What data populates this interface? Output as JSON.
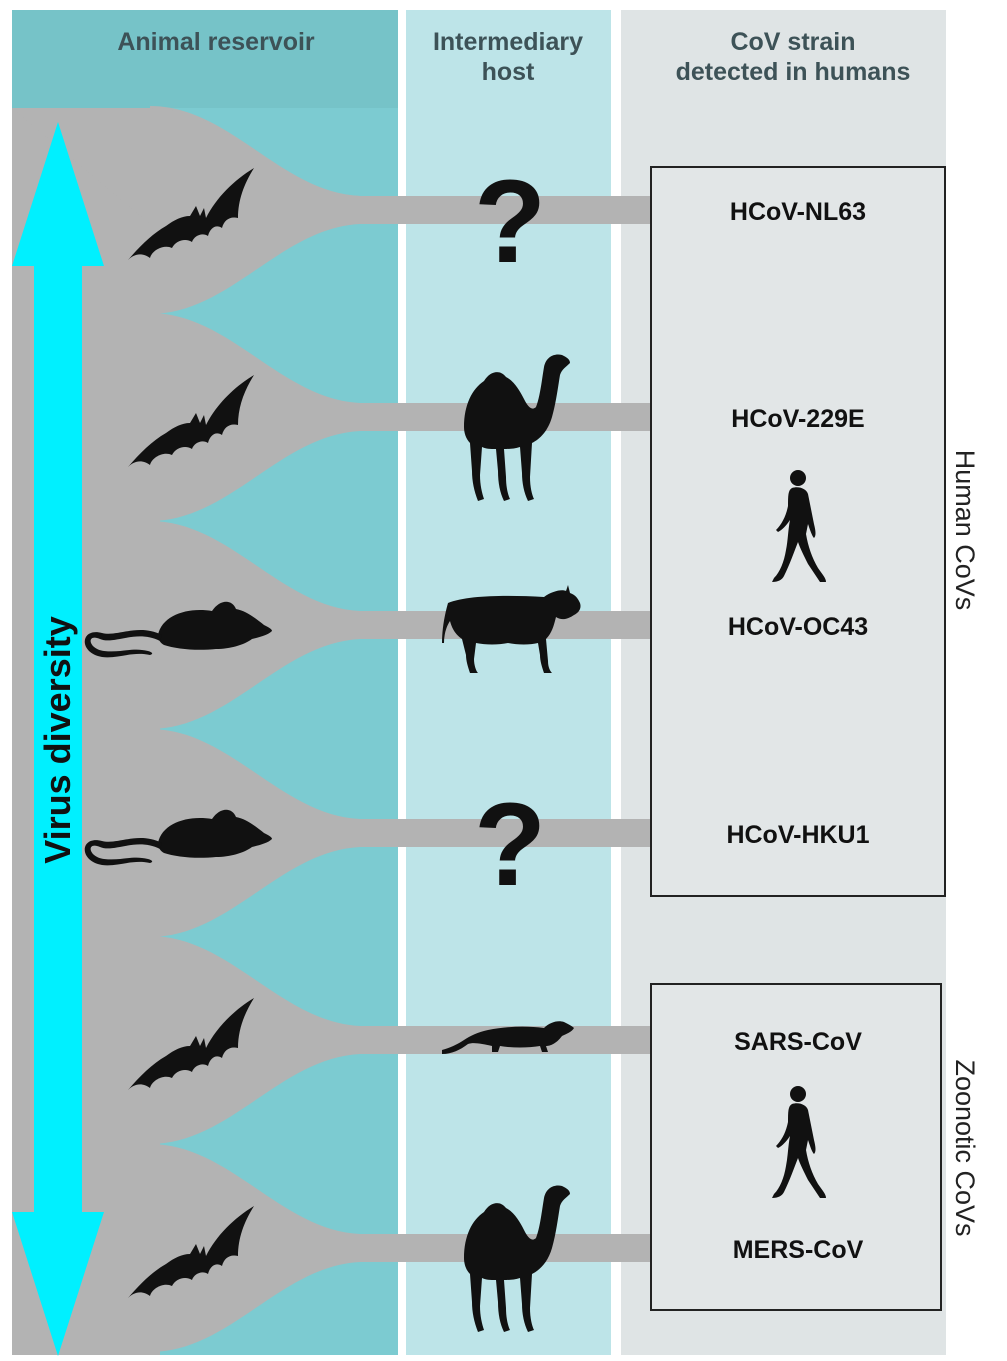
{
  "columns": {
    "animal_reservoir": "Animal reservoir",
    "intermediary_host_line1": "Intermediary",
    "intermediary_host_line2": "host",
    "strain_line1": "CoV strain",
    "strain_line2": "detected in humans"
  },
  "diversity_label": "Virus diversity",
  "groups": {
    "human": "Human CoVs",
    "zoonotic": "Zoonotic CoVs"
  },
  "rows": [
    {
      "reservoir": "bat-icon",
      "intermediate": "?",
      "intermediate_icon": "question-mark-icon",
      "strain": "HCoV-NL63"
    },
    {
      "reservoir": "bat-icon",
      "intermediate": "",
      "intermediate_icon": "camel-icon",
      "strain": "HCoV-229E"
    },
    {
      "reservoir": "rodent-icon",
      "intermediate": "",
      "intermediate_icon": "cow-icon",
      "strain": "HCoV-OC43"
    },
    {
      "reservoir": "rodent-icon",
      "intermediate": "?",
      "intermediate_icon": "question-mark-icon",
      "strain": "HCoV-HKU1"
    },
    {
      "reservoir": "bat-icon",
      "intermediate": "",
      "intermediate_icon": "civet-icon",
      "strain": "SARS-CoV"
    },
    {
      "reservoir": "bat-icon",
      "intermediate": "",
      "intermediate_icon": "camel-icon",
      "strain": "MERS-CoV"
    }
  ],
  "colors": {
    "reservoir_bg": "#7ccbd1",
    "reservoir_header": "#76c3c8",
    "intermediate_bg": "#bde4e8",
    "strain_bg": "#dfe4e5",
    "flow_gray": "#b3b3b3",
    "diversity_arrow": "#00f0ff",
    "silhouette": "#111111"
  }
}
